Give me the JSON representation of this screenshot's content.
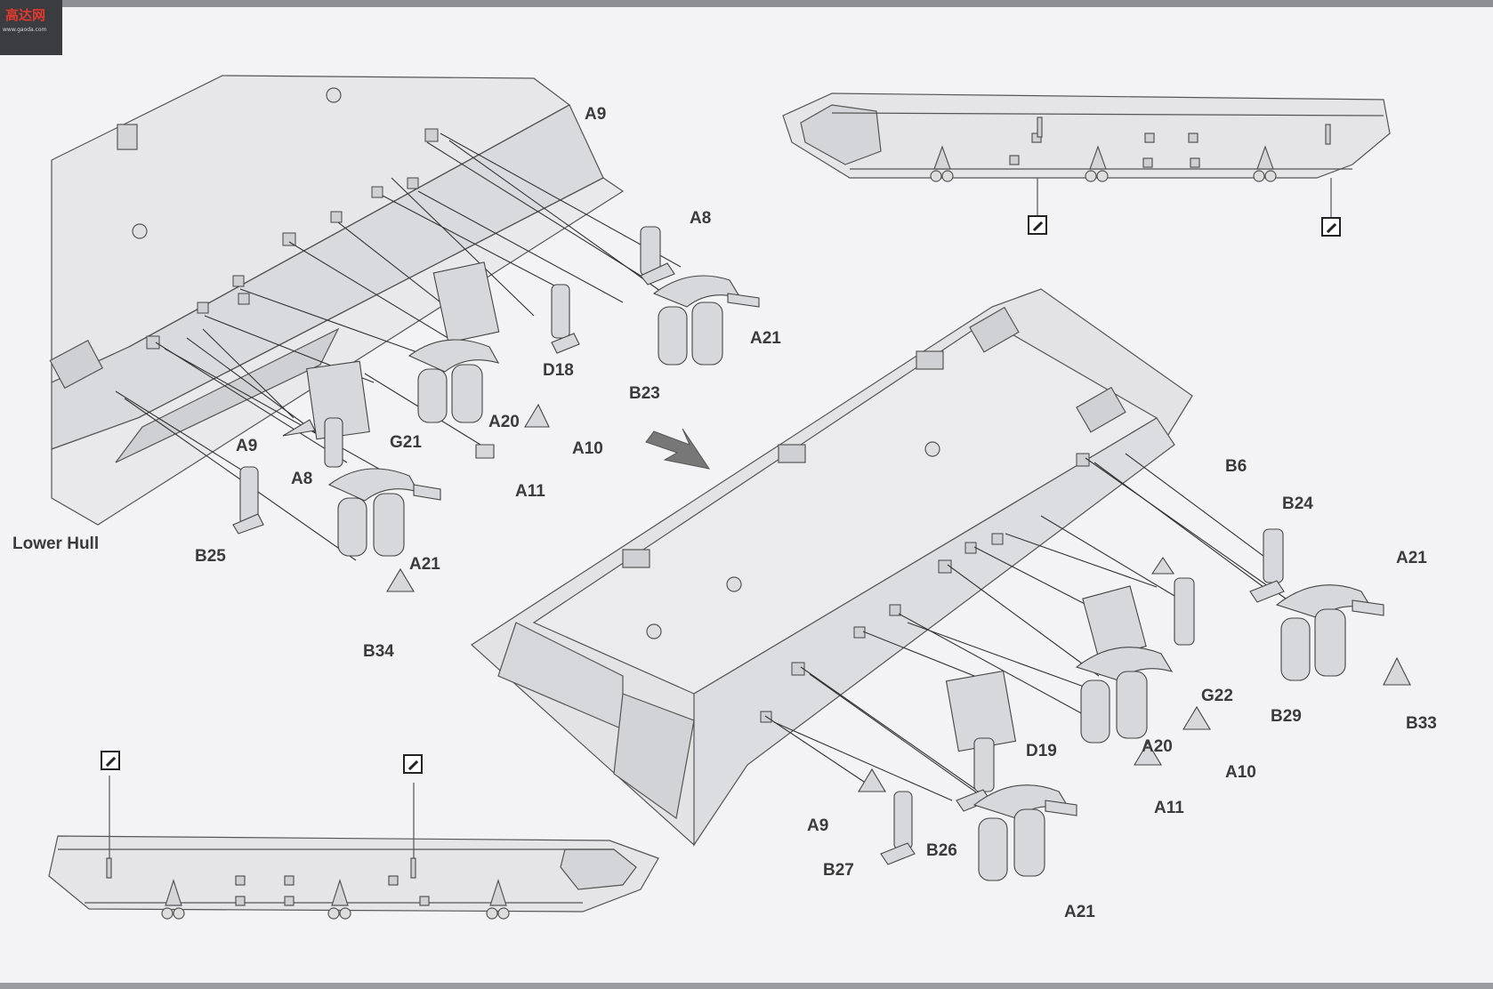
{
  "watermark": {
    "text": "高达网",
    "sub": "www.gaoda.com"
  },
  "parts": {
    "A9_tl": "A9",
    "A8_tl": "A8",
    "A21_tl": "A21",
    "D18": "D18",
    "B23": "B23",
    "A20_tl": "A20",
    "A10_tl": "A10",
    "G21": "G21",
    "A9_l": "A9",
    "A8_l": "A8",
    "A11_tl": "A11",
    "B25": "B25",
    "A21_l": "A21",
    "B34": "B34",
    "lower_hull": "Lower Hull",
    "B6": "B6",
    "B24": "B24",
    "A21_r": "A21",
    "B33": "B33",
    "G22": "G22",
    "B29": "B29",
    "A20_r": "A20",
    "A10_r": "A10",
    "D19": "D19",
    "A11_r": "A11",
    "A9_r": "A9",
    "B26": "B26",
    "B27": "B27",
    "A21_b": "A21"
  },
  "note_icon": "pen-note-icon"
}
